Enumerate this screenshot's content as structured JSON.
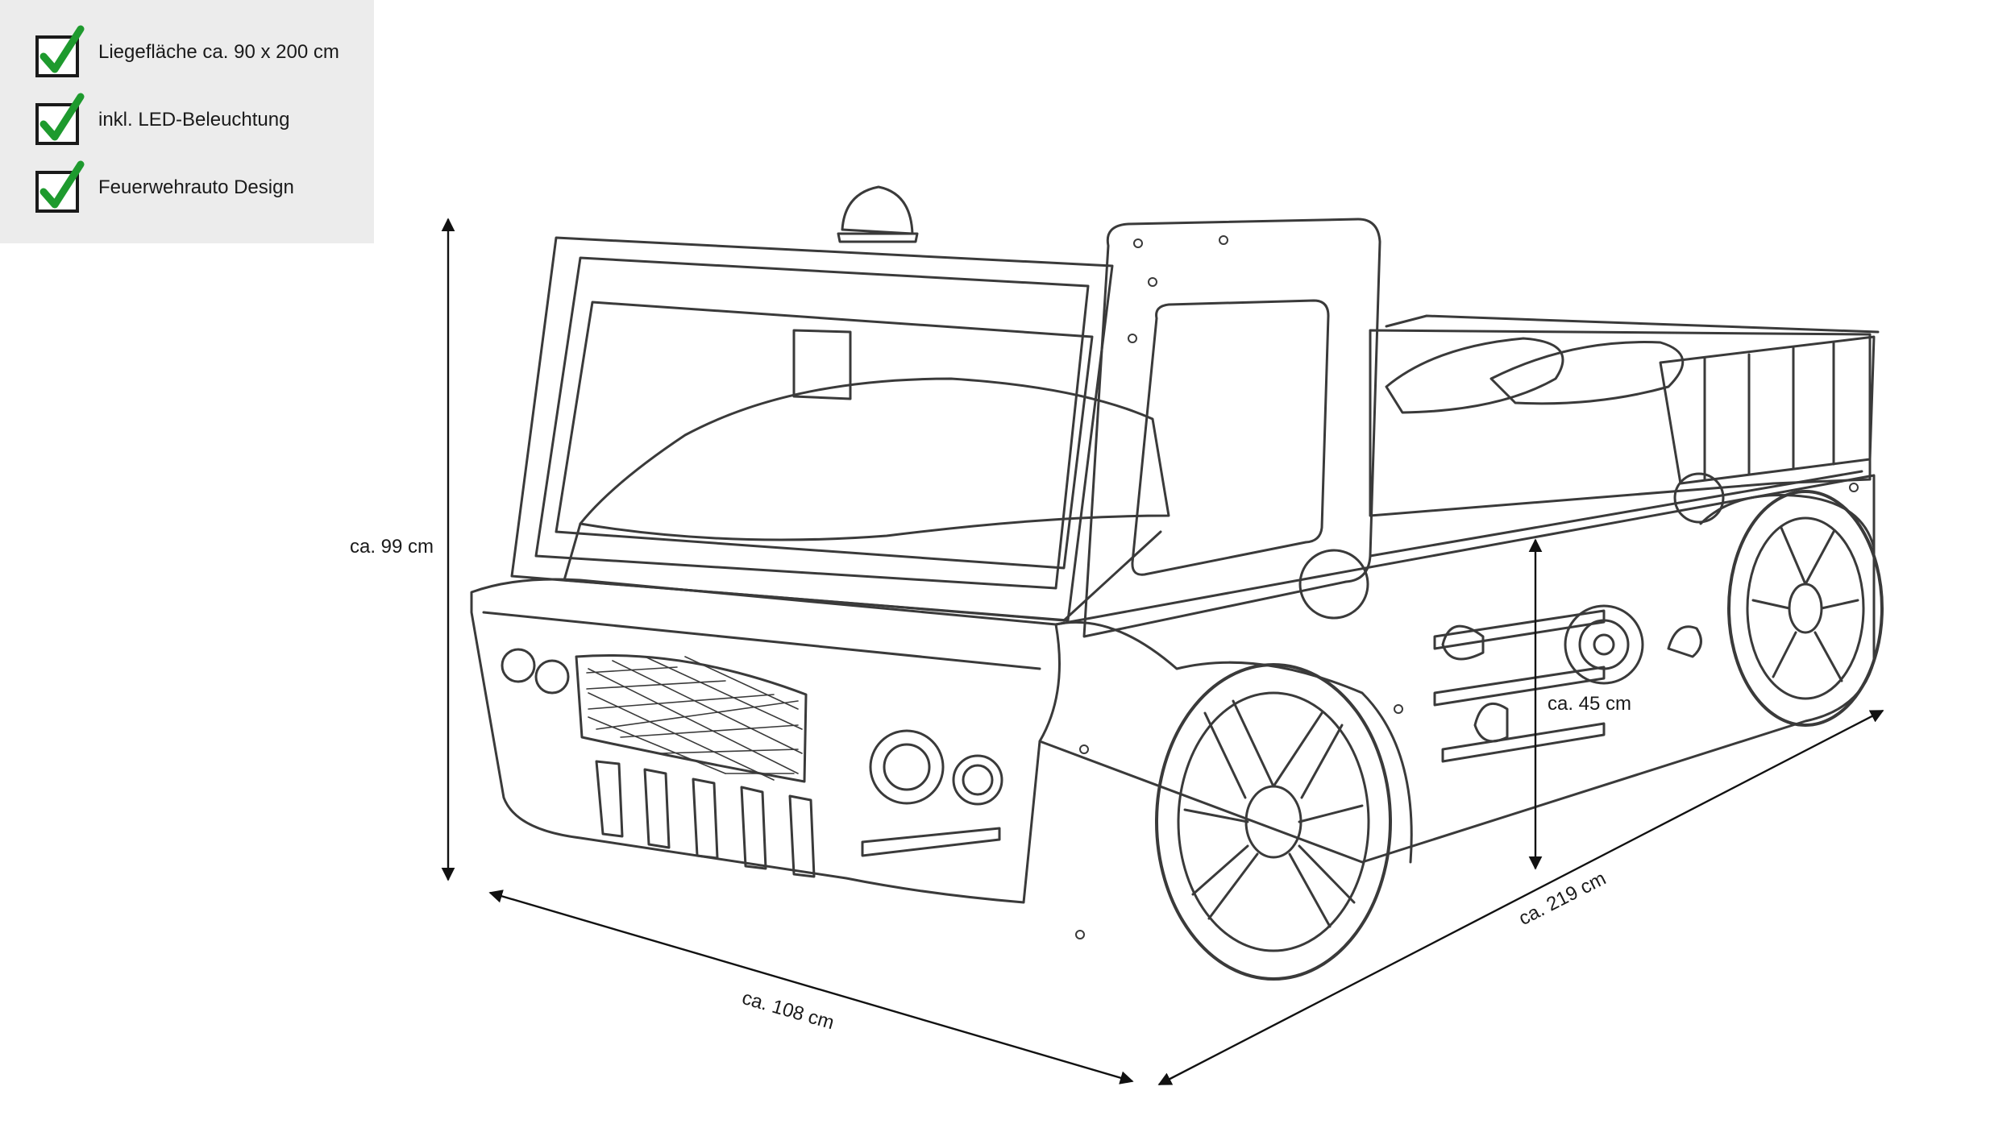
{
  "features": [
    {
      "icon": "checkmark-box-icon",
      "label": "Liegefläche ca. 90 x 200 cm"
    },
    {
      "icon": "checkmark-box-icon",
      "label": "inkl. LED-Beleuchtung"
    },
    {
      "icon": "checkmark-box-icon",
      "label": "Feuerwehrauto Design"
    }
  ],
  "dimensions": {
    "height_total": "ca. 99 cm",
    "height_side": "ca. 45 cm",
    "width": "ca. 108 cm",
    "length": "ca. 219 cm"
  },
  "colors": {
    "panel": "#ececec",
    "check": "#1e9a2e",
    "sketch": "#3a3a3a"
  }
}
